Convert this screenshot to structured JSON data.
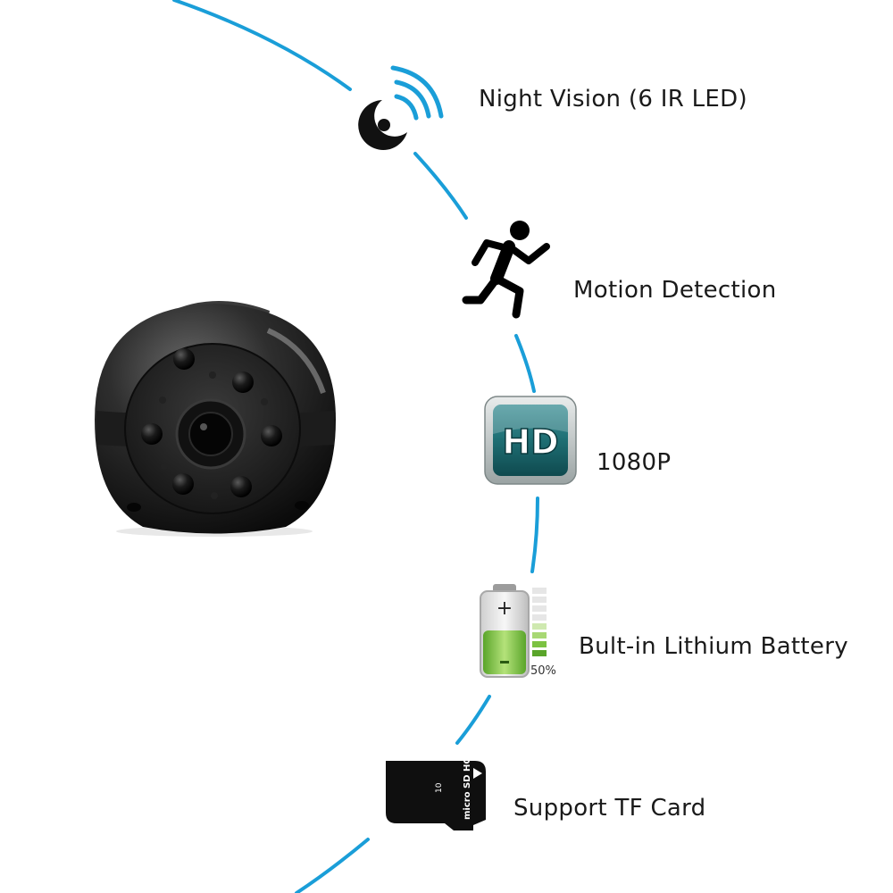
{
  "features": [
    {
      "id": "night-vision",
      "label": "Night Vision (6 IR LED)",
      "icon": "night-vision-icon"
    },
    {
      "id": "motion",
      "label": "Motion Detection",
      "icon": "running-man-icon"
    },
    {
      "id": "hd",
      "label": "1080P",
      "icon": "hd-badge-icon",
      "badge_text": "HD"
    },
    {
      "id": "battery",
      "label": "Bult-in Lithium Battery",
      "icon": "battery-icon",
      "battery_percent_text": "50%"
    },
    {
      "id": "tf",
      "label": "Support TF Card",
      "icon": "microsd-card-icon",
      "card_text": "micro SD HC",
      "card_class": "10"
    }
  ],
  "colors": {
    "arc": "#1a9ed8",
    "text": "#1a1a1a",
    "hd_teal": "#1e6e73",
    "battery_green": "#7cc242"
  }
}
